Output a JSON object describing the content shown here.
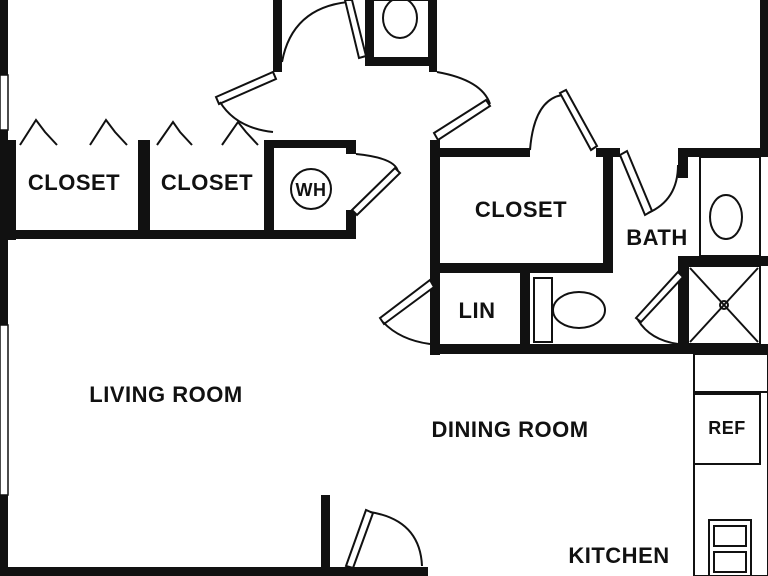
{
  "rooms": {
    "closet_1": "CLOSET",
    "closet_2": "CLOSET",
    "water_heater": "WH",
    "closet_3": "CLOSET",
    "bath": "BATH",
    "linen": "LIN",
    "living_room": "LIVING ROOM",
    "dining_room": "DINING ROOM",
    "refrigerator": "REF",
    "kitchen": "KITCHEN"
  },
  "colors": {
    "wall": "#111111",
    "background": "#ffffff"
  }
}
